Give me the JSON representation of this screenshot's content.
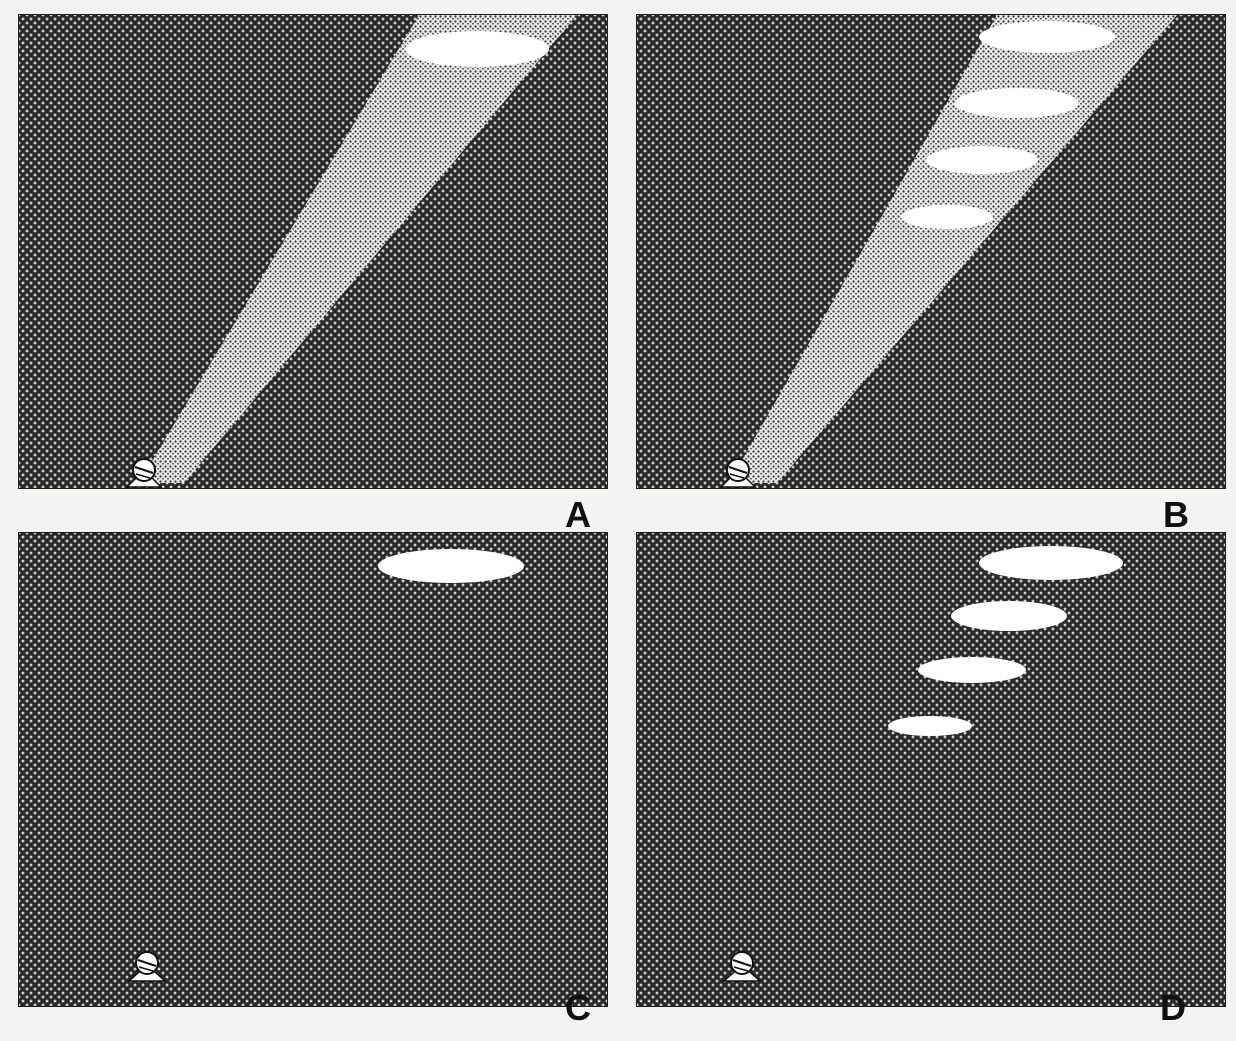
{
  "panels": [
    {
      "label": "A",
      "beam": true,
      "cloud_layers": 1
    },
    {
      "label": "B",
      "beam": true,
      "cloud_layers": 4
    },
    {
      "label": "C",
      "beam": false,
      "cloud_layers": 1
    },
    {
      "label": "D",
      "beam": false,
      "cloud_layers": 4
    }
  ],
  "colors": {
    "background": "#2a2a2a",
    "cloud": "#ffffff",
    "beam": "#d9d9d9",
    "page": "#f4f4f2"
  }
}
